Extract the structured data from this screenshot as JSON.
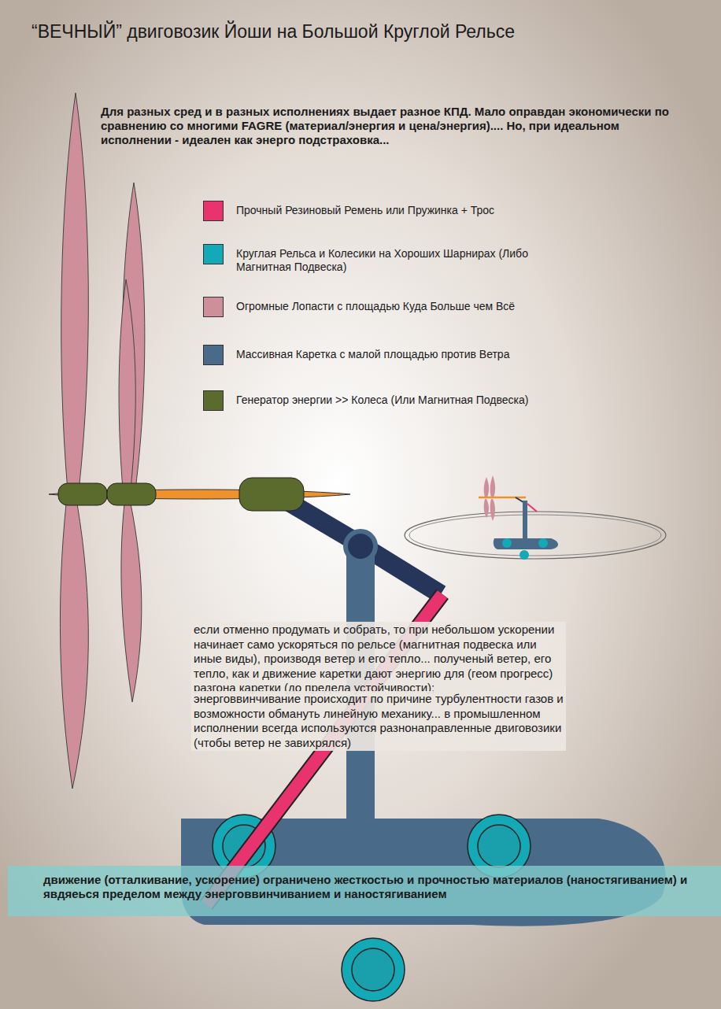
{
  "diagram": {
    "title": "“ВЕЧНЫЙ” двиговозик Йоши на Большой Круглой Рельсе",
    "nodes": [
      {
        "text": [
          "движение (отталкивание, ускорение) ограничено жесткостью и прочностью материалов (наностягиванием) и явдяеься пределом между энерговвинчиванием и наностягиванием"
        ]
      }
    ],
    "labels": [
      "Для разных сред и в разных исполнениях выдает разное КПД. Мало оправдан экономически по сравнению со многими FAGRE (материал/энергия и цена/энергия).... Но, при идеальном исполнении - идеален как энерго подстраховка...",
      "если отменно продумать и собрать, то при небольшом ускорении начинает само ускоряться по рельсе (магнитная подвеска или иные виды), производя ветер и его тепло... полученый ветер, его тепло, как и движение каретки дают энергию для (геом прогресс) разгона каретки (до предела устойчивости);",
      "энерговвинчивание происходит по причине турбулентности газов и возможности обмануть линейную механику... в промышленном исполнении всегда используются разнонаправленные двиговозики (чтобы ветер не завихрялся)"
    ],
    "legend": [
      {
        "text": "Прочный Резиновый Ремень или Пружинка + Трос",
        "color": "#e8336f"
      },
      {
        "text": "Круглая Рельса и Колесики на Хороших Шарнирах (Либо Магнитная Подвеска)",
        "color": "#13a9b6"
      },
      {
        "text": "Огромные Лопасти с площадью Куда Больше чем Всё",
        "color": "#cf8f9a"
      },
      {
        "text": "Массивная Каретка с малой площадью против Ветра",
        "color": "#4a6a8a"
      },
      {
        "text": "Генератор энергии >> Колеса (Или Магнитная Подвеска)",
        "color": "#5b6b2e"
      }
    ]
  }
}
